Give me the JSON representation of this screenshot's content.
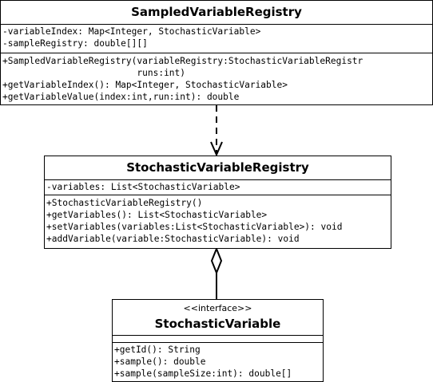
{
  "classes": {
    "sampled_registry": {
      "name": "SampledVariableRegistry",
      "attributes": [
        "-variableIndex: Map<Integer, StochasticVariable>",
        "-sampleRegistry: double[][]"
      ],
      "operations": [
        "+SampledVariableRegistry(variableRegistry:StochasticVariableRegistr",
        "                         runs:int)",
        "+getVariableIndex(): Map<Integer, StochasticVariable>",
        "+getVariableValue(index:int,run:int): double"
      ]
    },
    "stochastic_registry": {
      "name": "StochasticVariableRegistry",
      "attributes": [
        "-variables: List<StochasticVariable>"
      ],
      "operations": [
        "+StochasticVariableRegistry()",
        "+getVariables(): List<StochasticVariable>",
        "+setVariables(variables:List<StochasticVariable>): void",
        "+addVariable(variable:StochasticVariable): void"
      ]
    },
    "stochastic_variable": {
      "stereotype": "<<interface>>",
      "name": "StochasticVariable",
      "attributes": [],
      "operations": [
        "+getId(): String",
        "+sample(): double",
        "+sample(sampleSize:int): double[]"
      ]
    }
  }
}
